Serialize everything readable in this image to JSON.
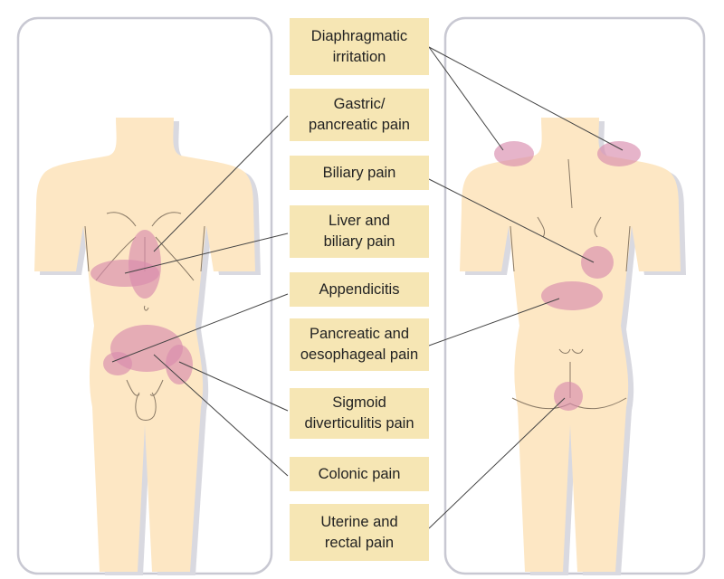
{
  "labels": [
    {
      "id": "diaphragmatic",
      "lines": [
        "Diaphragmatic",
        "irritation"
      ]
    },
    {
      "id": "gastric",
      "lines": [
        "Gastric/",
        "pancreatic pain"
      ]
    },
    {
      "id": "biliary",
      "lines": [
        "Biliary pain"
      ]
    },
    {
      "id": "liver",
      "lines": [
        "Liver and",
        "biliary pain"
      ]
    },
    {
      "id": "appendicitis",
      "lines": [
        "Appendicitis"
      ]
    },
    {
      "id": "pancreatic",
      "lines": [
        "Pancreatic and",
        "oesophageal pain"
      ]
    },
    {
      "id": "sigmoid",
      "lines": [
        "Sigmoid",
        "diverticulitis pain"
      ]
    },
    {
      "id": "colonic",
      "lines": [
        "Colonic pain"
      ]
    },
    {
      "id": "uterine",
      "lines": [
        "Uterine and",
        "rectal pain"
      ]
    }
  ],
  "colors": {
    "label_fill": "#f6e6b4",
    "skin": "#fde7c4",
    "pain_region": "#d88cae",
    "panel_border": "#c8c8d2",
    "leader_line": "#444444"
  }
}
